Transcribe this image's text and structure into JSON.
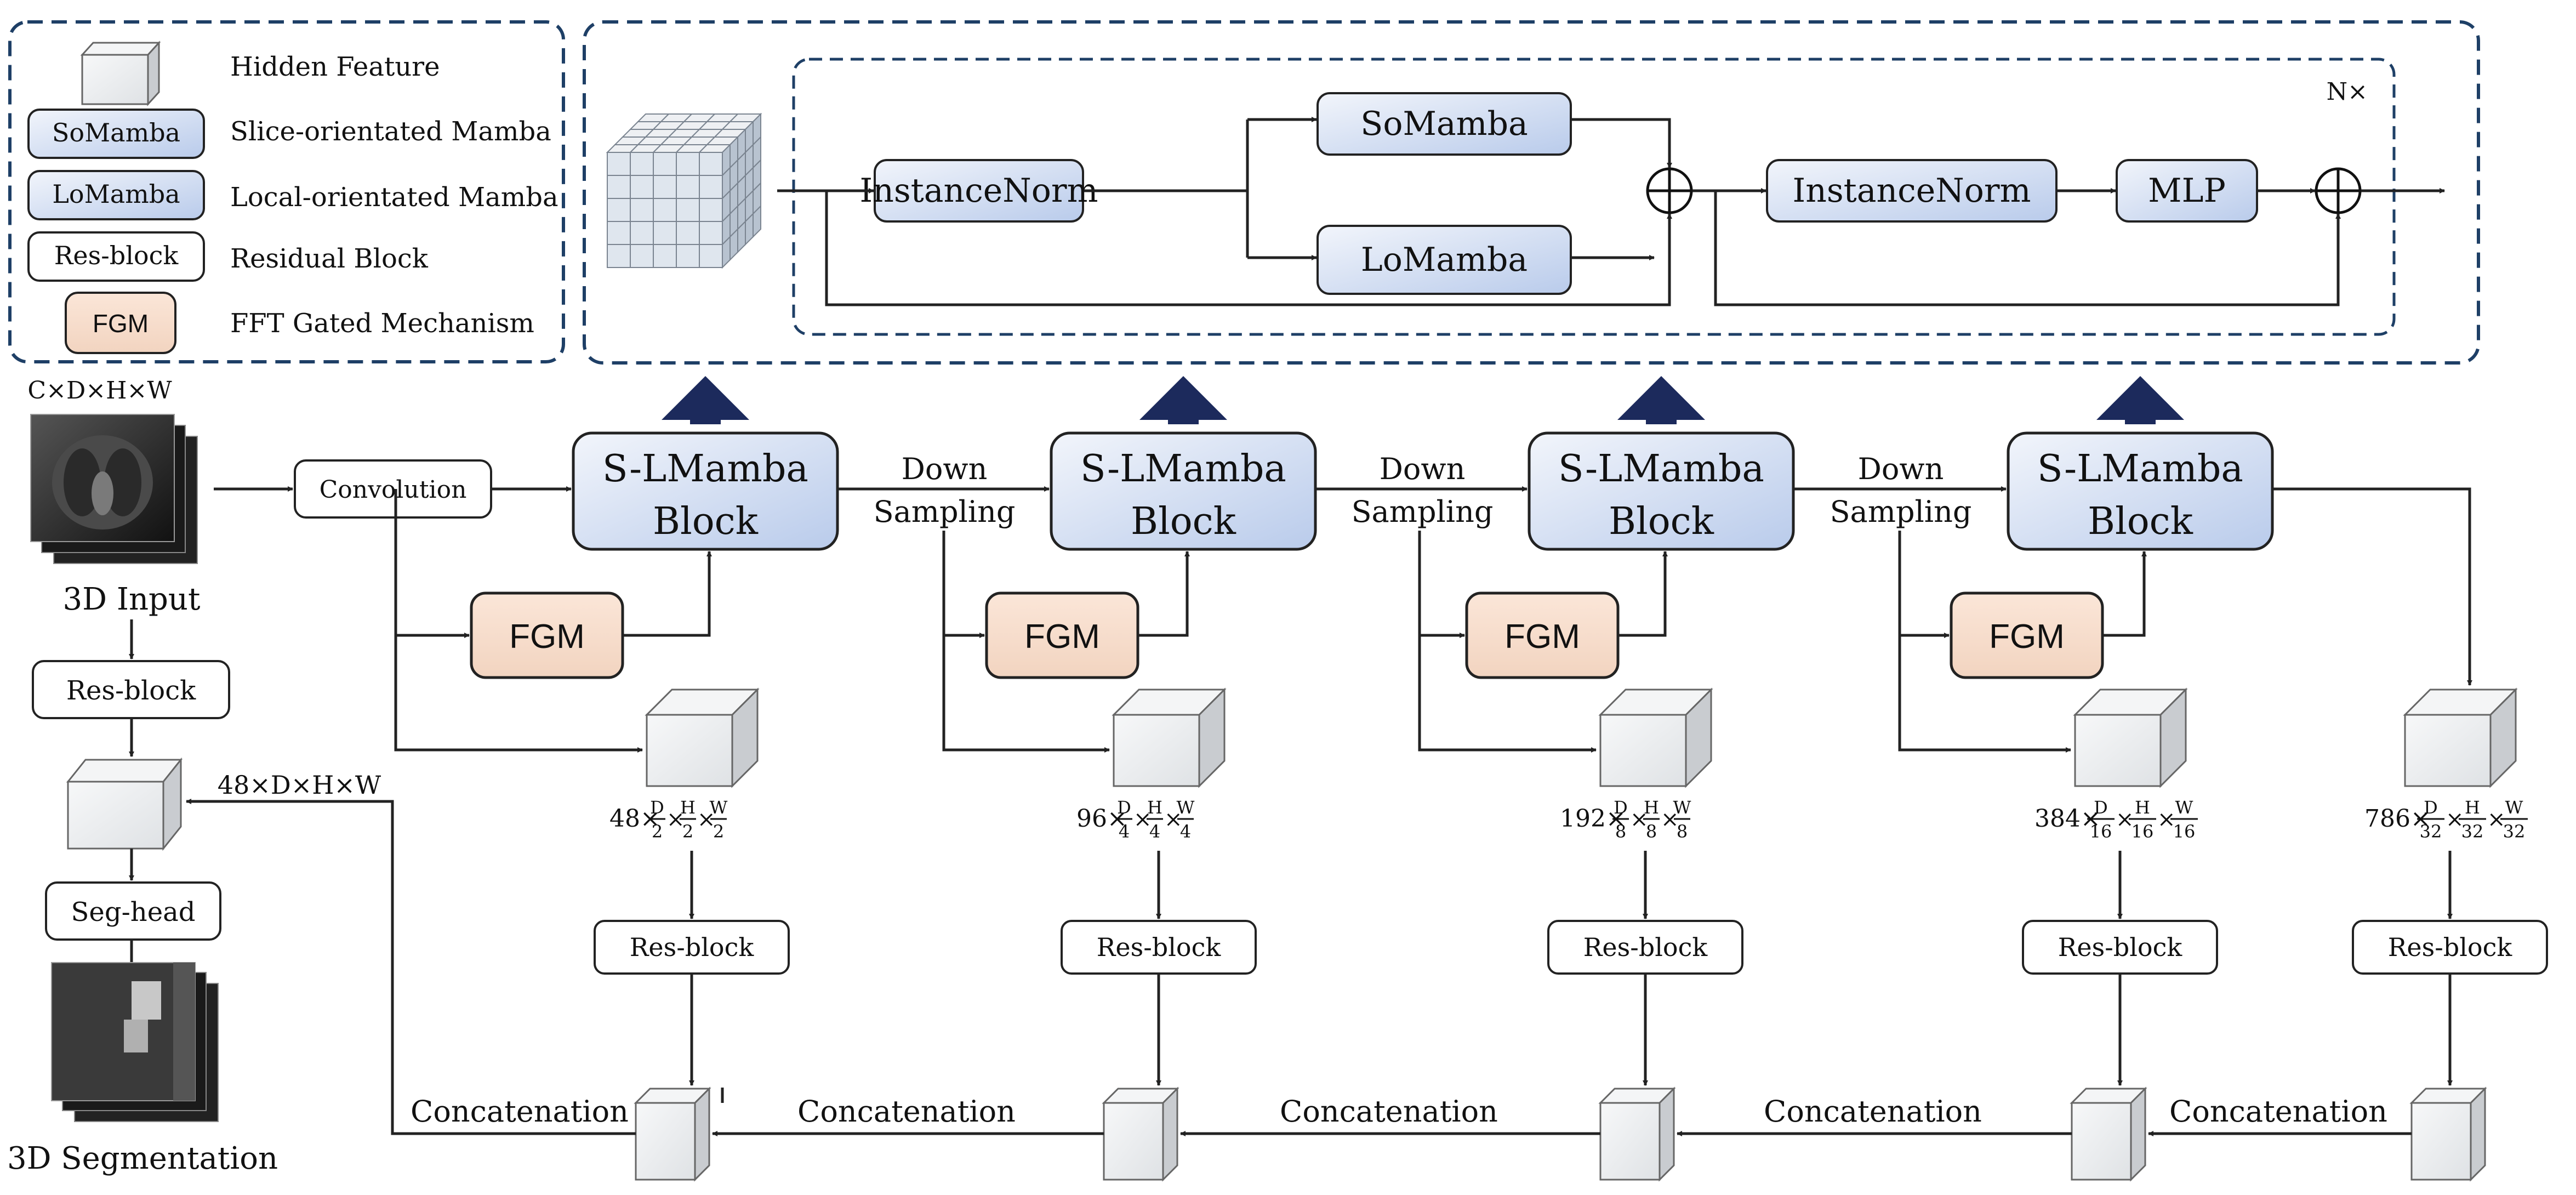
{
  "legend": {
    "hidden_feature": "Hidden Feature",
    "somamba_box": "SoMamba",
    "somamba_desc": "Slice-orientated Mamba",
    "lomamba_box": "LoMamba",
    "lomamba_desc": "Local-orientated Mamba",
    "resblock_box": "Res-block",
    "resblock_desc": "Residual Block",
    "fgm_box": "FGM",
    "fgm_desc": "FFT Gated Mechanism"
  },
  "block_detail": {
    "repeat": "N×",
    "instancenorm_1": "InstanceNorm",
    "somamba": "SoMamba",
    "lomamba": "LoMamba",
    "instancenorm_2": "InstanceNorm",
    "mlp": "MLP"
  },
  "input": {
    "dims": "C×D×H×W",
    "label": "3D Input",
    "resblock": "Res-block",
    "seghead": "Seg-head",
    "output_label": "3D Segmentation",
    "skip_dims": "48×D×H×W"
  },
  "convolution": "Convolution",
  "slmamba": {
    "line1": "S-LMamba",
    "line2": "Block"
  },
  "downsampling": {
    "line1": "Down",
    "line2": "Sampling"
  },
  "fgm": "FGM",
  "resblock": "Res-block",
  "concatenation": "Concatenation",
  "stages": [
    {
      "channels": "48",
      "d": "D",
      "dd": "2",
      "h": "H",
      "hd": "2",
      "w": "W",
      "wd": "2"
    },
    {
      "channels": "96",
      "d": "D",
      "dd": "4",
      "h": "H",
      "hd": "4",
      "w": "W",
      "wd": "4"
    },
    {
      "channels": "192",
      "d": "D",
      "dd": "8",
      "h": "H",
      "hd": "8",
      "w": "W",
      "wd": "8"
    },
    {
      "channels": "384",
      "d": "D",
      "dd": "16",
      "h": "H",
      "hd": "16",
      "w": "W",
      "wd": "16"
    },
    {
      "channels": "786",
      "d": "D",
      "dd": "32",
      "h": "H",
      "hd": "32",
      "w": "W",
      "wd": "32"
    }
  ],
  "colors": {
    "mamba_fill": "#c5d3ee",
    "fgm_fill": "#f6ddcc",
    "border_blue": "#1e3f66",
    "up_arrow": "#1c2a5c",
    "cube_front": "#eef0f2",
    "cube_side": "#c9ccd0"
  }
}
